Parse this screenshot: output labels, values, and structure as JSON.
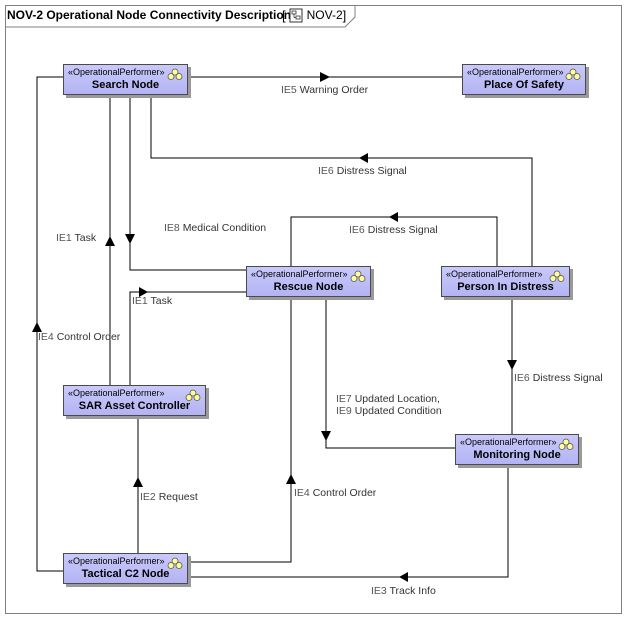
{
  "diagram": {
    "title": "NOV-2 Operational Node Connectivity Description",
    "tab_name": "NOV-2"
  },
  "nodes": {
    "search_node": {
      "stereotype": "«OperationalPerformer»",
      "name": "Search Node"
    },
    "place_of_safety": {
      "stereotype": "«OperationalPerformer»",
      "name": "Place Of Safety"
    },
    "rescue_node": {
      "stereotype": "«OperationalPerformer»",
      "name": "Rescue Node"
    },
    "person_in_distress": {
      "stereotype": "«OperationalPerformer»",
      "name": "Person In Distress"
    },
    "sar_asset_controller": {
      "stereotype": "«OperationalPerformer»",
      "name": "SAR Asset Controller"
    },
    "monitoring_node": {
      "stereotype": "«OperationalPerformer»",
      "name": "Monitoring Node"
    },
    "tactical_c2_node": {
      "stereotype": "«OperationalPerformer»",
      "name": "Tactical C2 Node"
    }
  },
  "edges": {
    "ie5_warning_order": {
      "id": "IE5",
      "label": "Warning Order"
    },
    "ie6_distress_signal_top": {
      "id": "IE6",
      "label": "Distress Signal"
    },
    "ie6_distress_signal_mid": {
      "id": "IE6",
      "label": "Distress Signal"
    },
    "ie8_medical_condition": {
      "id": "IE8",
      "label": "Medical Condition"
    },
    "ie1_task_left": {
      "id": "IE1",
      "label": "Task"
    },
    "ie1_task_mid": {
      "id": "IE1",
      "label": "Task"
    },
    "ie4_control_order_left": {
      "id": "IE4",
      "label": "Control Order"
    },
    "ie7_ie9": {
      "id": "IE7",
      "label": "Updated Location,",
      "id2": "IE9",
      "label2": "Updated Condition"
    },
    "ie6_distress_signal_right": {
      "id": "IE6",
      "label": "Distress Signal"
    },
    "ie2_request": {
      "id": "IE2",
      "label": "Request"
    },
    "ie4_control_order_mid": {
      "id": "IE4",
      "label": "Control Order"
    },
    "ie3_track_info": {
      "id": "IE3",
      "label": "Track Info"
    }
  },
  "colors": {
    "node_fill_top": "#c9c9fb",
    "node_fill_bottom": "#b3b3f4",
    "line": "#000000"
  },
  "icons": {
    "node_icon": "operational-performer-icon",
    "diagram_icon": "diagram-icon"
  }
}
